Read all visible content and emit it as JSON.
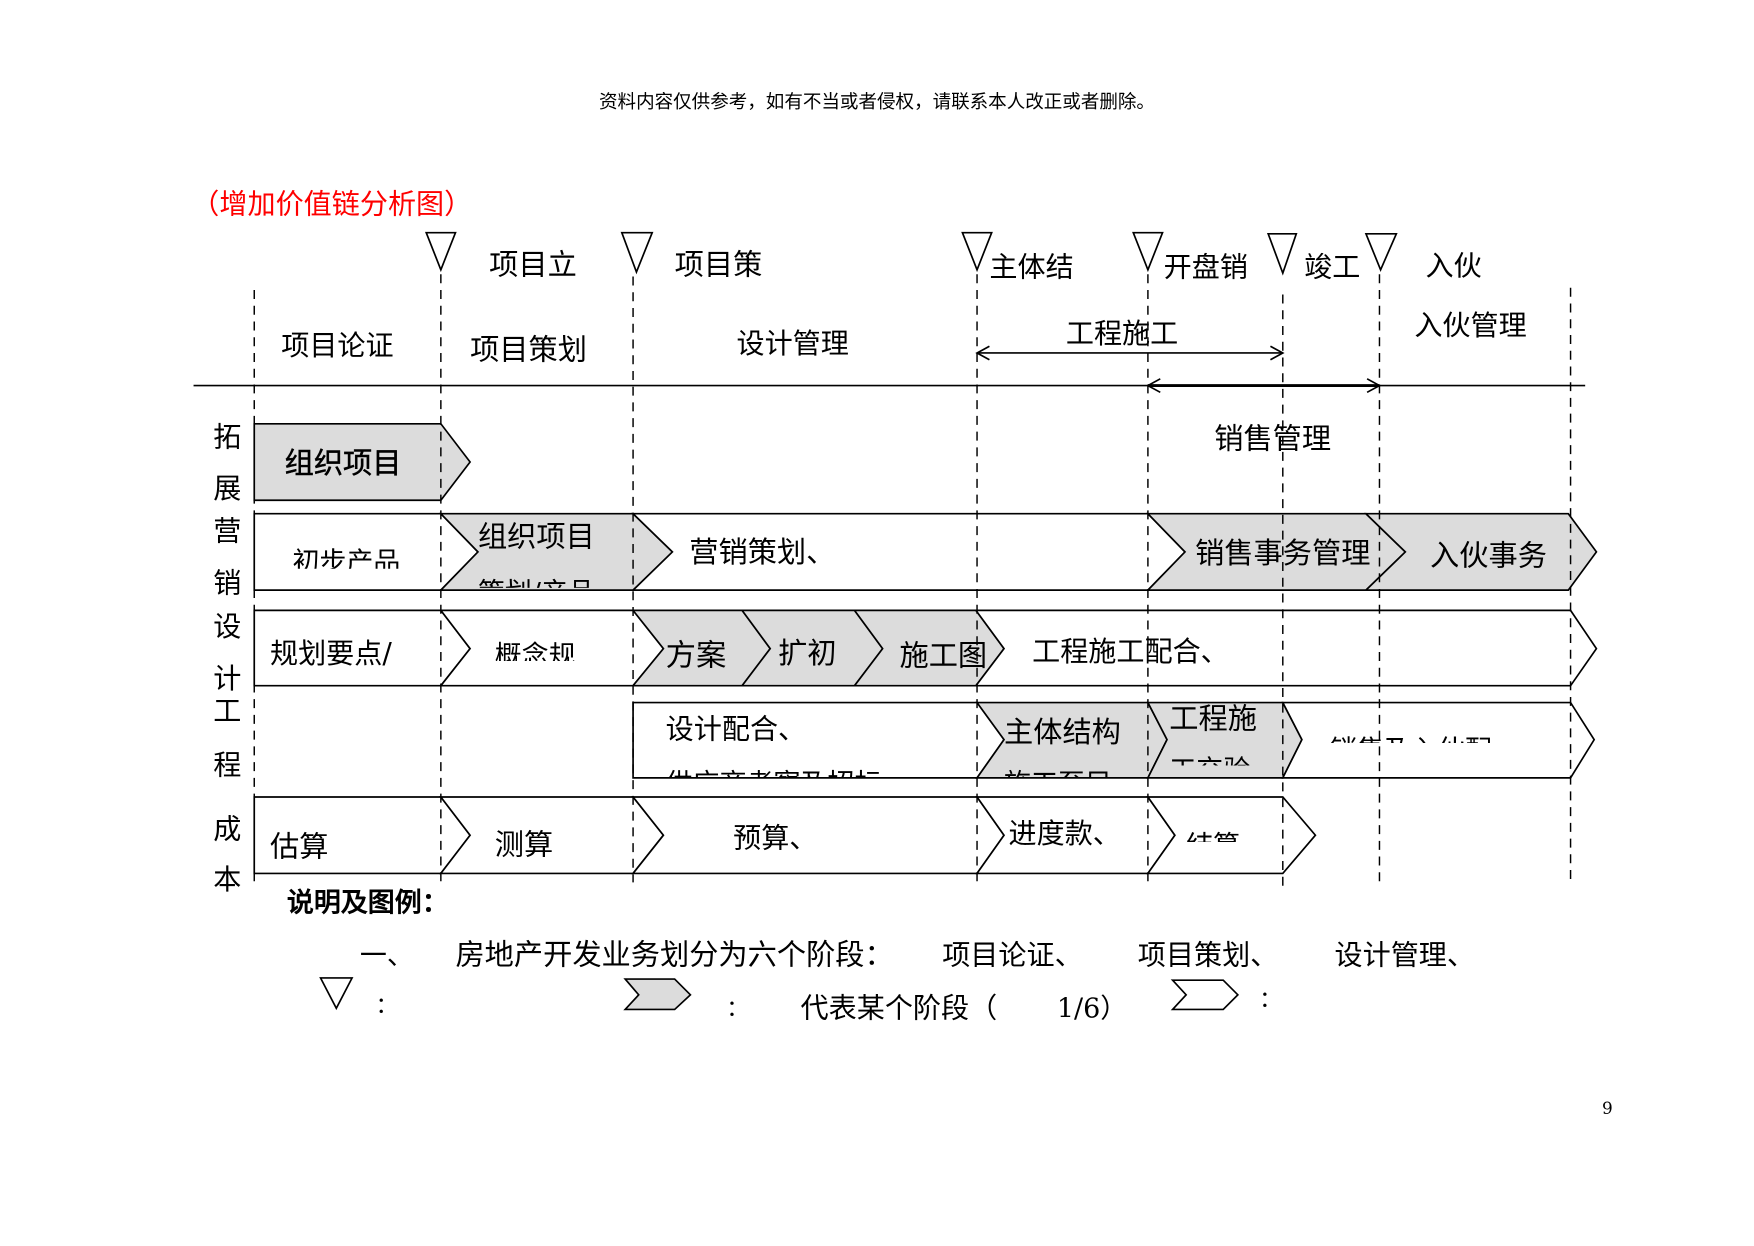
{
  "document": {
    "header_note": "资料内容仅供参考，如有不当或者侵权，请联系本人改正或者删除。",
    "title": "（增加价值链分析图）",
    "page_number": "9"
  },
  "milestones": [
    "项目立",
    "项目策",
    "主体结",
    "开盘销",
    "竣工",
    "入伙"
  ],
  "phases": {
    "project_demonstration": "项目论证",
    "project_planning": "项目策划",
    "design_management": "设计管理",
    "construction": "工程施工",
    "move_in_management": "入伙管理",
    "sales_management": "销售管理"
  },
  "rows": {
    "expansion": {
      "label": [
        "拓",
        "展"
      ],
      "cells": [
        {
          "lines": [
            "组织项目"
          ]
        }
      ]
    },
    "marketing": {
      "label": [
        "营",
        "销"
      ],
      "cells": [
        {
          "lines": [
            "初步产品"
          ]
        },
        {
          "lines": [
            "组织项目",
            "策划/产品"
          ]
        },
        {
          "lines": [
            "营销策划、"
          ]
        },
        {
          "lines": [
            "销售事务管理"
          ]
        },
        {
          "lines": [
            "入伙事务"
          ]
        }
      ]
    },
    "design": {
      "label": [
        "设",
        "计"
      ],
      "cells": [
        {
          "lines": [
            "规划要点/"
          ]
        },
        {
          "lines": [
            "概念规"
          ]
        },
        {
          "lines": [
            "方案"
          ]
        },
        {
          "lines": [
            "扩初"
          ]
        },
        {
          "lines": [
            "施工图"
          ]
        },
        {
          "lines": [
            "工程施工配合、"
          ]
        }
      ]
    },
    "engineering": {
      "label": [
        "工",
        "程"
      ],
      "cells": [
        {
          "lines": [
            "设计配合、",
            "供应商考察及招标"
          ]
        },
        {
          "lines": [
            "主体结构",
            "施工至目"
          ]
        },
        {
          "lines": [
            "工程施",
            "工交验"
          ]
        },
        {
          "lines": [
            "销售及入伙配"
          ]
        }
      ]
    },
    "cost": {
      "label": [
        "成",
        "本"
      ],
      "cells": [
        {
          "lines": [
            "估算"
          ]
        },
        {
          "lines": [
            "测算"
          ]
        },
        {
          "lines": [
            "预算、"
          ]
        },
        {
          "lines": [
            "进度款、"
          ]
        },
        {
          "lines": [
            "结算"
          ]
        }
      ]
    }
  },
  "legend": {
    "heading": "说明及图例：",
    "item_number": "一、",
    "phases_intro": "房地产开发业务划分为六个阶段：",
    "phase_list": [
      "项目论证、",
      "项目策划、",
      "设计管理、"
    ],
    "triangle_colon": "：",
    "shaded_chevron_colon": "：",
    "shaded_chevron_desc": "代表某个阶段（",
    "fraction": "1/6）",
    "white_chevron_colon": "："
  },
  "colors": {
    "title_text": "#ff0000",
    "shaded_stage_fill": "#dcdcdc",
    "line": "#000000",
    "background": "#ffffff"
  }
}
